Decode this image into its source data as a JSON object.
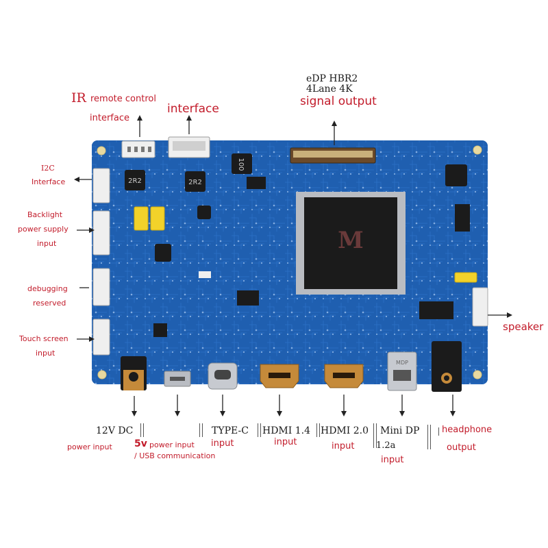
{
  "colors": {
    "board": "#1f5fb0",
    "board_dark": "#17488a",
    "label_red": "#c21b2a",
    "label_black": "#1a1a1a",
    "chip": "#1b1b1b",
    "gold": "#c58a3a",
    "silver": "#b9bcc2",
    "cap_yellow": "#f2d22a",
    "connector_white": "#efefef"
  },
  "labels": {
    "ir_prefix": "IR",
    "ir_rest": "remote control",
    "ir_line2": "interface",
    "interface": "interface",
    "edp_line1": "eDP HBR2",
    "edp_line2": "4Lane 4K",
    "edp_line3": "signal output",
    "i2c_line1": "I2C",
    "i2c_line2": "Interface",
    "backlight_line1": "Backlight",
    "backlight_line2": "power supply",
    "backlight_line3": "input",
    "debug_line1": "debugging",
    "debug_line2": "reserved",
    "touch_line1": "Touch screen",
    "touch_line2": "input",
    "speaker": "speaker",
    "dc_line1": "12V DC",
    "dc_line2": "power input",
    "usb_prefix": "5v",
    "usb_rest": "power input",
    "usb_line2": "/ USB communication",
    "typec_line1": "TYPE-C",
    "typec_line2": "input",
    "hdmi14_line1": "HDMI 1.4",
    "hdmi14_line2": "input",
    "hdmi20_line1": "HDMI 2.0",
    "hdmi20_line2": "input",
    "minidp_line1": "Mini DP",
    "minidp_line2": "1.2a",
    "minidp_line3": "input",
    "headphone_line1": "headphone",
    "headphone_line2": "output"
  },
  "silkscreen": {
    "inductor_a": "100",
    "inductor_b": "2R2",
    "inductor_c": "2R2",
    "cpu_mark": "M",
    "minidp_mark": "MDP"
  }
}
